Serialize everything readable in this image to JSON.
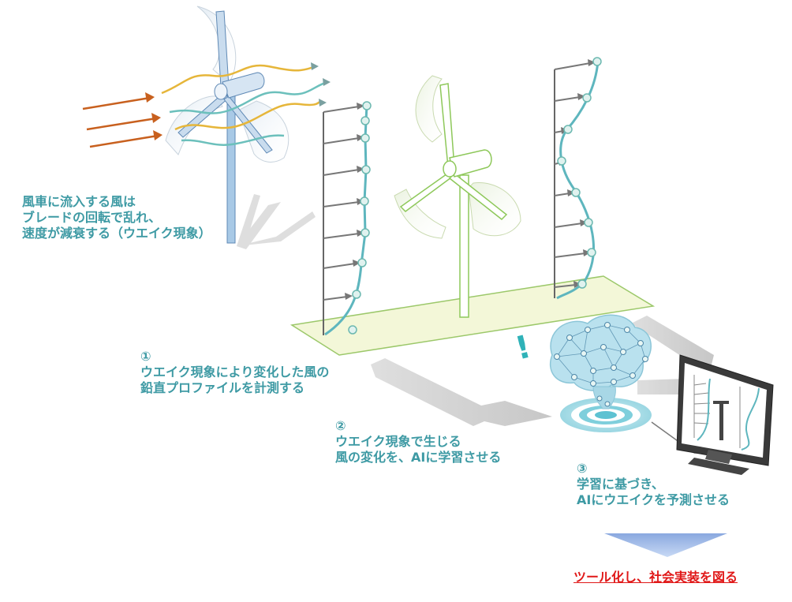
{
  "intro": {
    "lines": [
      "風車に流入する風は",
      "ブレードの回転で乱れ、",
      "速度が減衰する（ウエイク現象）"
    ]
  },
  "step1": {
    "number": "①",
    "lines": [
      "ウエイク現象により変化した風の",
      "鉛直プロファイルを計測する"
    ]
  },
  "step2": {
    "number": "②",
    "lines": [
      "ウエイク現象で生じる",
      "風の変化を、AIに学習させる"
    ]
  },
  "step3": {
    "number": "③",
    "lines": [
      "学習に基づき、",
      "AIにウエイクを予測させる"
    ]
  },
  "alert": {
    "symbol": "!"
  },
  "cta": {
    "label": "ツール化し、社会実装を図る"
  },
  "colors": {
    "text_teal": "#3e9aa4",
    "cta_red": "#e01818",
    "inflow_arrow": "#c8601e",
    "wake_yellow": "#e6b63a",
    "wake_teal": "#6cc0bc",
    "turbine_blue": "#9fc4e2",
    "turbine_green": "#8ec85a",
    "profile_line": "#5eb6be",
    "ground_plate": "#f3f7d8",
    "brain_blue": "#9fd2e6",
    "down_arrow": "#a9c4ec"
  },
  "icons": [
    "wind-turbine-icon",
    "brain-network-icon",
    "monitor-icon",
    "target-ring-icon",
    "down-arrow-icon"
  ]
}
